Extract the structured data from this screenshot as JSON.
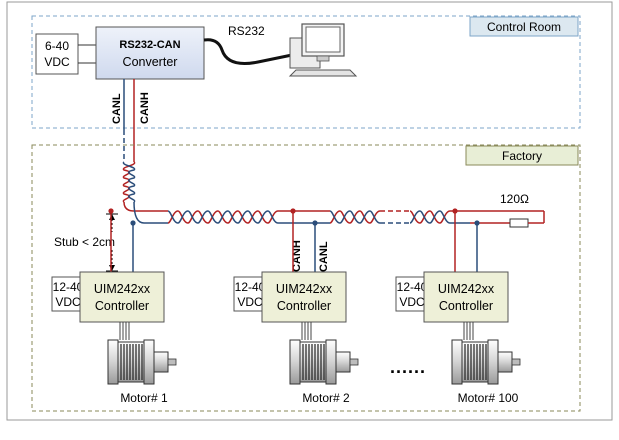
{
  "control_room": {
    "title": "Control Room",
    "power_line1": "6-40",
    "power_line2": "VDC",
    "converter_line1": "RS232-CAN",
    "converter_line2": "Converter",
    "rs232_label": "RS232",
    "canl_label": "CANL",
    "canh_label": "CANH"
  },
  "factory": {
    "title": "Factory",
    "terminator_label": "120Ω",
    "stub_label": "Stub < 2cm",
    "mid_canh_label": "CANH",
    "mid_canl_label": "CANL",
    "ellipsis": "......",
    "nodes": [
      {
        "power_line1": "12-40",
        "power_line2": "VDC",
        "controller_line1": "UIM242xx",
        "controller_line2": "Controller",
        "motor_label": "Motor# 1"
      },
      {
        "power_line1": "12-40",
        "power_line2": "VDC",
        "controller_line1": "UIM242xx",
        "controller_line2": "Controller",
        "motor_label": "Motor# 2"
      },
      {
        "power_line1": "12-40",
        "power_line2": "VDC",
        "controller_line1": "UIM242xx",
        "controller_line2": "Controller",
        "motor_label": "Motor# 100"
      }
    ]
  },
  "colors": {
    "canh": "#b22222",
    "canl": "#2b4d7a",
    "box_fill": "#eef0d8",
    "converter_fill": "#dde5f4",
    "header_fill": "#dce8f0"
  }
}
